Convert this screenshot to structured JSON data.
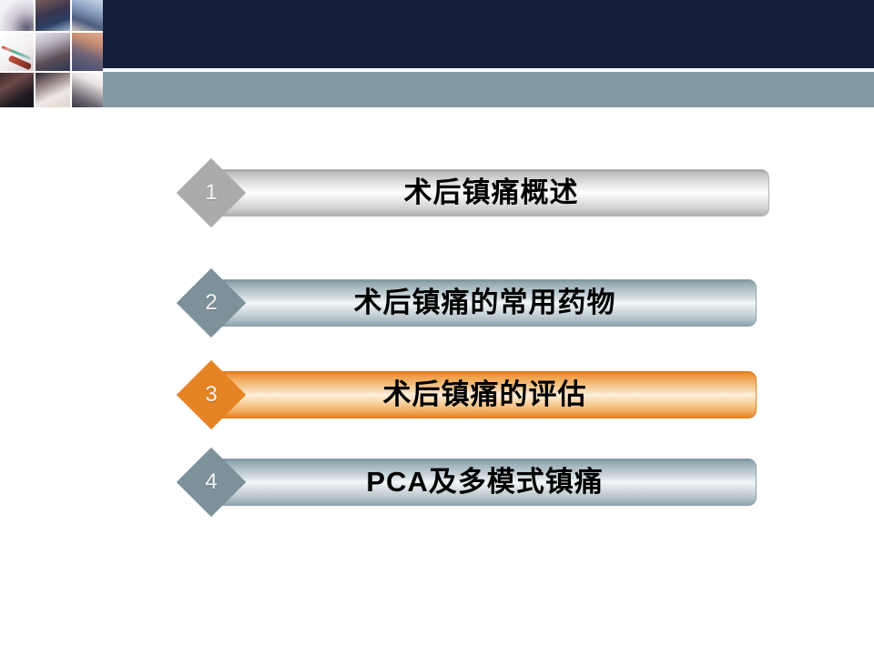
{
  "slide": {
    "background_color": "#ffffff",
    "header": {
      "navy_band_color": "#151f39",
      "gray_band_color": "#8199a1",
      "collage": {
        "name": "medical-syringe-photo-collage",
        "cells": 9
      }
    },
    "agenda": {
      "items": [
        {
          "number": "1",
          "label": "术后镇痛概述",
          "diamond_color": "#ababab",
          "bar_style": "silver",
          "highlighted": "false"
        },
        {
          "number": "2",
          "label": "术后镇痛的常用药物",
          "diamond_color": "#7d919b",
          "bar_style": "steel",
          "highlighted": "false"
        },
        {
          "number": "3",
          "label": "术后镇痛的评估",
          "diamond_color": "#e58425",
          "bar_style": "orange",
          "highlighted": "true"
        },
        {
          "number": "4",
          "label": "PCA及多模式镇痛",
          "diamond_color": "#7d919b",
          "bar_style": "steel",
          "highlighted": "false"
        }
      ]
    }
  }
}
